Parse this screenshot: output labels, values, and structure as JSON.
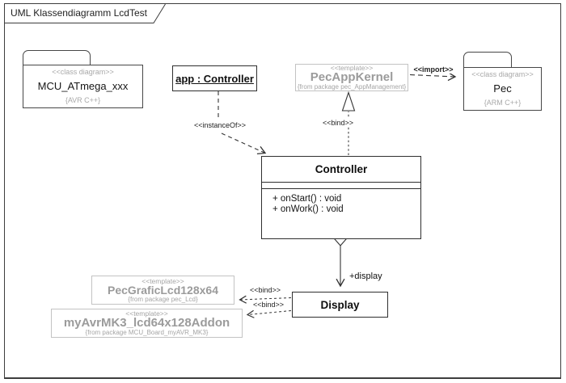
{
  "frame": {
    "title": "UML Klassendiagramm LcdTest"
  },
  "nodes": {
    "mcu_package": {
      "stereotype": "<<class diagram>>",
      "name": "MCU_ATmega_xxx",
      "tag": "{AVR C++}"
    },
    "app_instance": {
      "label": "app : Controller"
    },
    "pec_app_kernel": {
      "stereotype": "<<template>>",
      "name": "PecAppKernel",
      "from_package": "{from package pec_AppManagement}"
    },
    "pec_package": {
      "stereotype": "<<class diagram>>",
      "name": "Pec",
      "tag": "{ARM C++}"
    },
    "controller_class": {
      "name": "Controller",
      "operations": [
        "+ onStart() : void",
        "+ onWork() : void"
      ]
    },
    "display_class": {
      "name": "Display"
    },
    "pec_grafic_lcd": {
      "stereotype": "<<template>>",
      "name": "PecGraficLcd128x64",
      "from_package": "{from package pec_Lcd}"
    },
    "my_avr_mk3_addon": {
      "stereotype": "<<template>>",
      "name": "myAvrMK3_lcd64x128Addon",
      "from_package": "{from package MCU_Board_myAVR_MK3}"
    }
  },
  "connectors": {
    "instance_of_label": "<<instanceOf>>",
    "bind_label": "<<bind>>",
    "import_label": "<<import>>",
    "aggregation_role": "+display"
  },
  "colors": {
    "line": "#3a3a3a",
    "muted_text": "#a9a9a9",
    "template_text": "#9b9b9b",
    "template_border": "#c3c3c3",
    "background": "#ffffff"
  }
}
